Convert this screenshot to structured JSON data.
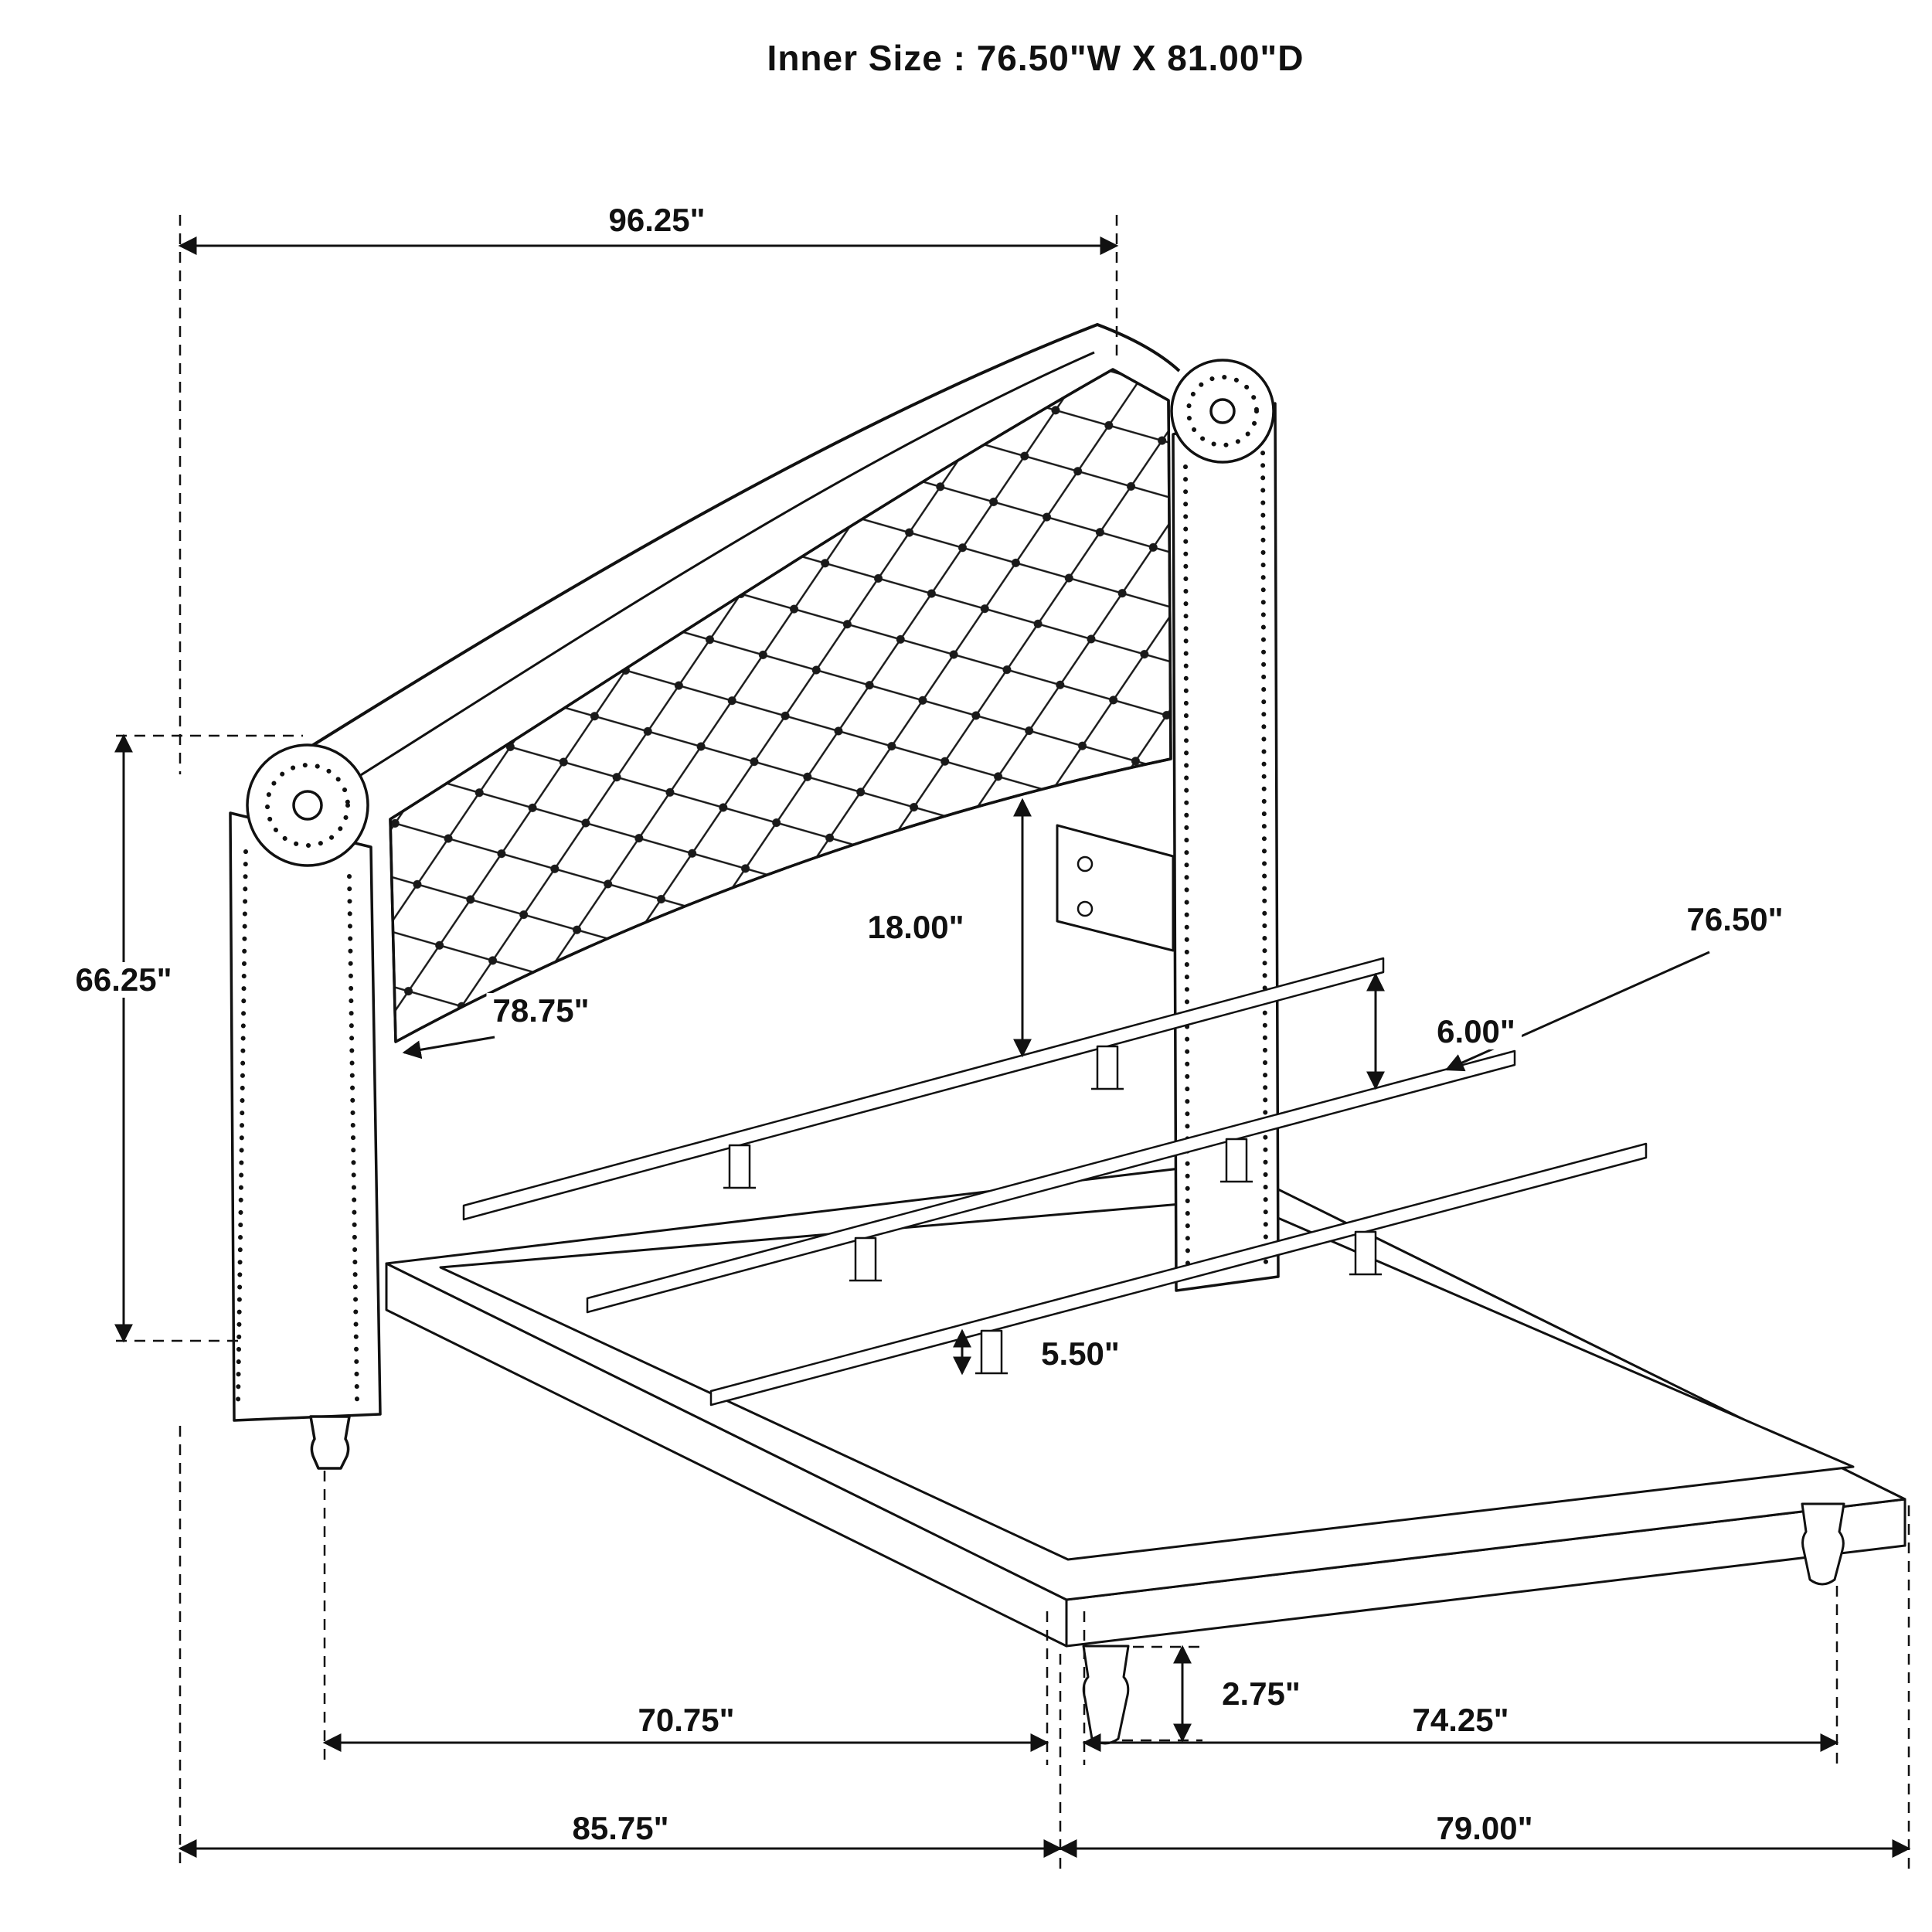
{
  "title": "Inner Size : 76.50\"W X 81.00\"D",
  "dims": {
    "overall_width": "96.25\"",
    "headboard_height": "66.25\"",
    "headboard_width": "78.75\"",
    "headboard_rail_drop": "18.00\"",
    "rail_gap": "6.00\"",
    "slat_length": "76.50\"",
    "slat_foot_height": "5.50\"",
    "leg_height": "2.75\"",
    "frame_left_span": "70.75\"",
    "frame_right_span": "74.25\"",
    "overall_left_span": "85.75\"",
    "overall_right_span": "79.00\""
  }
}
